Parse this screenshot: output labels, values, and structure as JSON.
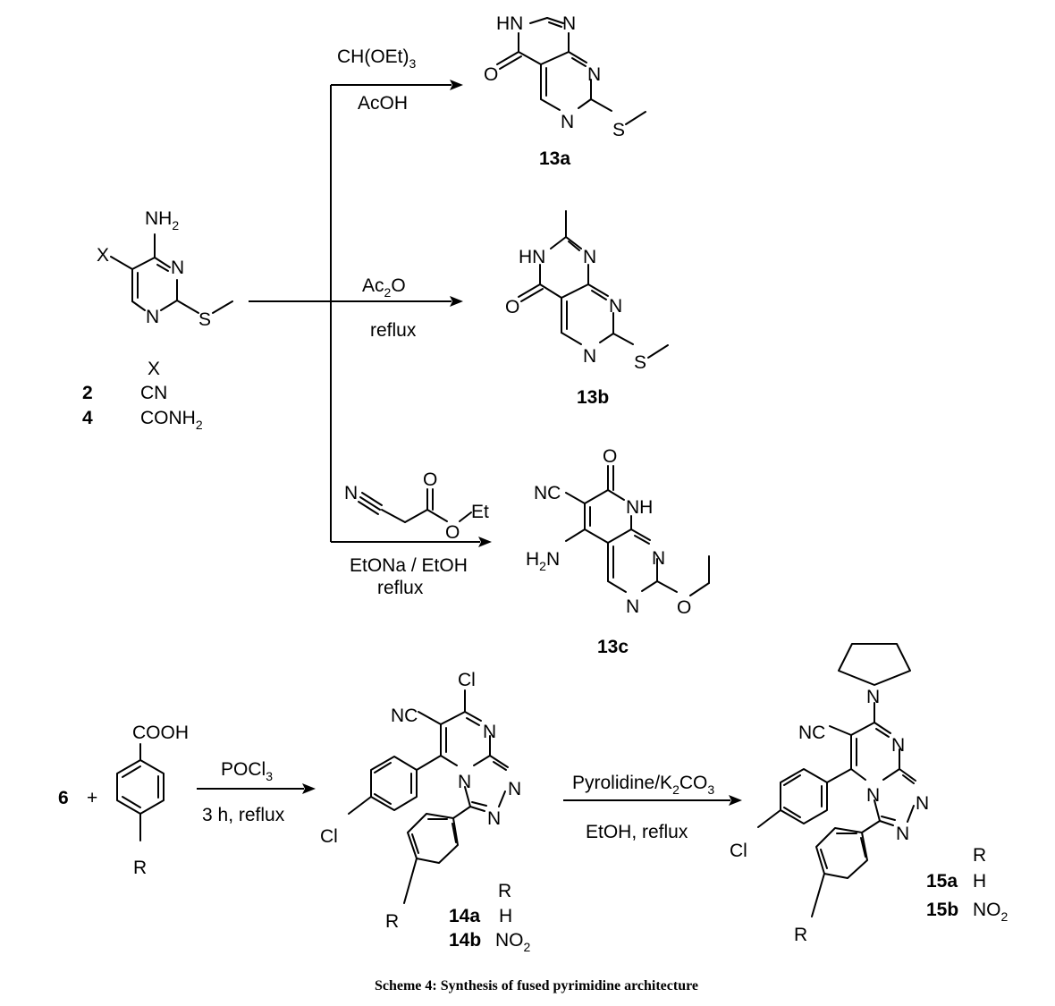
{
  "reagents": {
    "r1_top": "CH(OEt)",
    "r1_top_sub": "3",
    "r1_bottom": "AcOH",
    "r2_top": "Ac",
    "r2_top_sub": "2",
    "r2_top_end": "O",
    "r2_bottom": "reflux",
    "r3_ester": "Et",
    "r3_bottom1": "EtONa / EtOH",
    "r3_bottom2": "reflux",
    "r4_top": "POCl",
    "r4_top_sub": "3",
    "r4_bottom": "3 h, reflux",
    "r5_top": "Pyrolidine/K",
    "r5_top_sub": "2",
    "r5_top_mid": "CO",
    "r5_top_sub2": "3",
    "r5_bottom": "EtOH, reflux"
  },
  "compounds": {
    "c13a": "13a",
    "c13b": "13b",
    "c13c": "13c",
    "c6": "6",
    "plus": "+",
    "c14a": "14a",
    "c14b": "14b",
    "c15a": "15a",
    "c15b": "15b"
  },
  "substituents": {
    "x_header": "X",
    "row1_id": "2",
    "row1_val": "CN",
    "row2_id": "4",
    "row2_val": "CONH",
    "row2_sub": "2",
    "r_header": "R",
    "h_val": "H",
    "no2_val": "NO",
    "no2_sub": "2"
  },
  "atoms": {
    "N": "N",
    "NH": "NH",
    "HN": "HN",
    "O": "O",
    "S": "S",
    "X": "X",
    "Cl": "Cl",
    "NC": "NC",
    "NH2": "NH",
    "NH2_sub": "2",
    "H2N_sub": "2",
    "H2N_N": "N",
    "H2N_H": "H",
    "COOH": "COOH",
    "R": "R"
  },
  "caption": "Scheme 4: Synthesis of fused pyrimidine architecture"
}
